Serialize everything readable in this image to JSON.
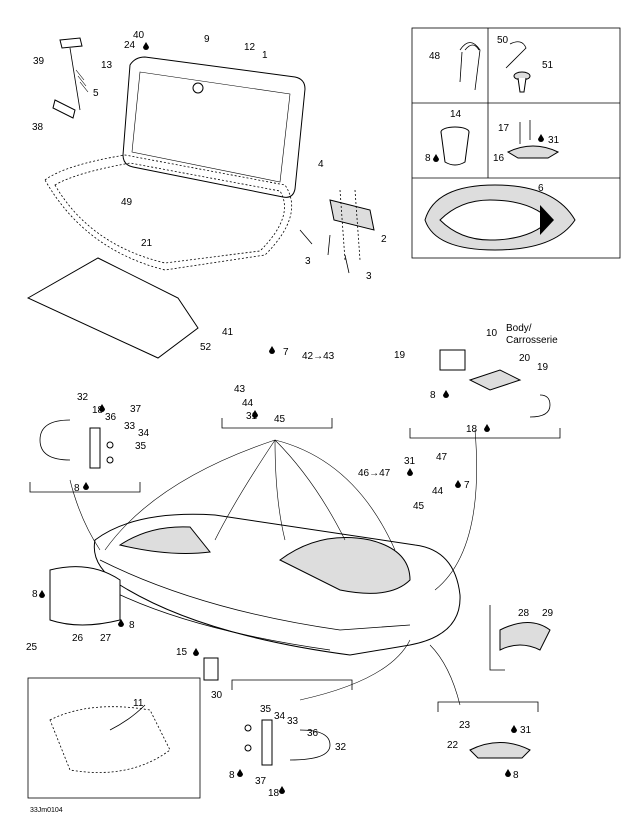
{
  "diagram": {
    "drawing_code": "33Jm0104",
    "body_label_line1": "Body/",
    "body_label_line2": "Carrosserie",
    "callouts": [
      {
        "id": "c1",
        "text": "1"
      },
      {
        "id": "c2",
        "text": "2"
      },
      {
        "id": "c3a",
        "text": "3"
      },
      {
        "id": "c3b",
        "text": "3"
      },
      {
        "id": "c4",
        "text": "4"
      },
      {
        "id": "c5",
        "text": "5"
      },
      {
        "id": "c6",
        "text": "6"
      },
      {
        "id": "c7a",
        "text": "7"
      },
      {
        "id": "c7b",
        "text": "7"
      },
      {
        "id": "c8a",
        "text": "8"
      },
      {
        "id": "c8b",
        "text": "8"
      },
      {
        "id": "c8c",
        "text": "8"
      },
      {
        "id": "c8d",
        "text": "8"
      },
      {
        "id": "c8e",
        "text": "8"
      },
      {
        "id": "c8f",
        "text": "8"
      },
      {
        "id": "c8g",
        "text": "8"
      },
      {
        "id": "c8h",
        "text": "8"
      },
      {
        "id": "c9",
        "text": "9"
      },
      {
        "id": "c10",
        "text": "10"
      },
      {
        "id": "c11",
        "text": "11"
      },
      {
        "id": "c12",
        "text": "12"
      },
      {
        "id": "c13",
        "text": "13"
      },
      {
        "id": "c14",
        "text": "14"
      },
      {
        "id": "c15",
        "text": "15"
      },
      {
        "id": "c16",
        "text": "16"
      },
      {
        "id": "c17",
        "text": "17"
      },
      {
        "id": "c18a",
        "text": "18"
      },
      {
        "id": "c18b",
        "text": "18"
      },
      {
        "id": "c18c",
        "text": "18"
      },
      {
        "id": "c19a",
        "text": "19"
      },
      {
        "id": "c19b",
        "text": "19"
      },
      {
        "id": "c20",
        "text": "20"
      },
      {
        "id": "c21",
        "text": "21"
      },
      {
        "id": "c22",
        "text": "22"
      },
      {
        "id": "c23",
        "text": "23"
      },
      {
        "id": "c24",
        "text": "24"
      },
      {
        "id": "c25",
        "text": "25"
      },
      {
        "id": "c26",
        "text": "26"
      },
      {
        "id": "c27",
        "text": "27"
      },
      {
        "id": "c28",
        "text": "28"
      },
      {
        "id": "c29",
        "text": "29"
      },
      {
        "id": "c30",
        "text": "30"
      },
      {
        "id": "c31a",
        "text": "31"
      },
      {
        "id": "c31b",
        "text": "31"
      },
      {
        "id": "c31c",
        "text": "31"
      },
      {
        "id": "c31d",
        "text": "31"
      },
      {
        "id": "c32a",
        "text": "32"
      },
      {
        "id": "c32b",
        "text": "32"
      },
      {
        "id": "c33a",
        "text": "33"
      },
      {
        "id": "c33b",
        "text": "33"
      },
      {
        "id": "c34a",
        "text": "34"
      },
      {
        "id": "c34b",
        "text": "34"
      },
      {
        "id": "c35a",
        "text": "35"
      },
      {
        "id": "c35b",
        "text": "35"
      },
      {
        "id": "c36a",
        "text": "36"
      },
      {
        "id": "c36b",
        "text": "36"
      },
      {
        "id": "c37a",
        "text": "37"
      },
      {
        "id": "c37b",
        "text": "37"
      },
      {
        "id": "c38",
        "text": "38"
      },
      {
        "id": "c39",
        "text": "39"
      },
      {
        "id": "c40",
        "text": "40"
      },
      {
        "id": "c41",
        "text": "41"
      },
      {
        "id": "c42",
        "text": "42→43"
      },
      {
        "id": "c43",
        "text": "43"
      },
      {
        "id": "c44a",
        "text": "44"
      },
      {
        "id": "c44b",
        "text": "44"
      },
      {
        "id": "c45a",
        "text": "45"
      },
      {
        "id": "c45b",
        "text": "45"
      },
      {
        "id": "c46",
        "text": "46→47"
      },
      {
        "id": "c47",
        "text": "47"
      },
      {
        "id": "c48",
        "text": "48"
      },
      {
        "id": "c49",
        "text": "49"
      },
      {
        "id": "c50",
        "text": "50"
      },
      {
        "id": "c51",
        "text": "51"
      },
      {
        "id": "c52",
        "text": "52"
      }
    ]
  }
}
